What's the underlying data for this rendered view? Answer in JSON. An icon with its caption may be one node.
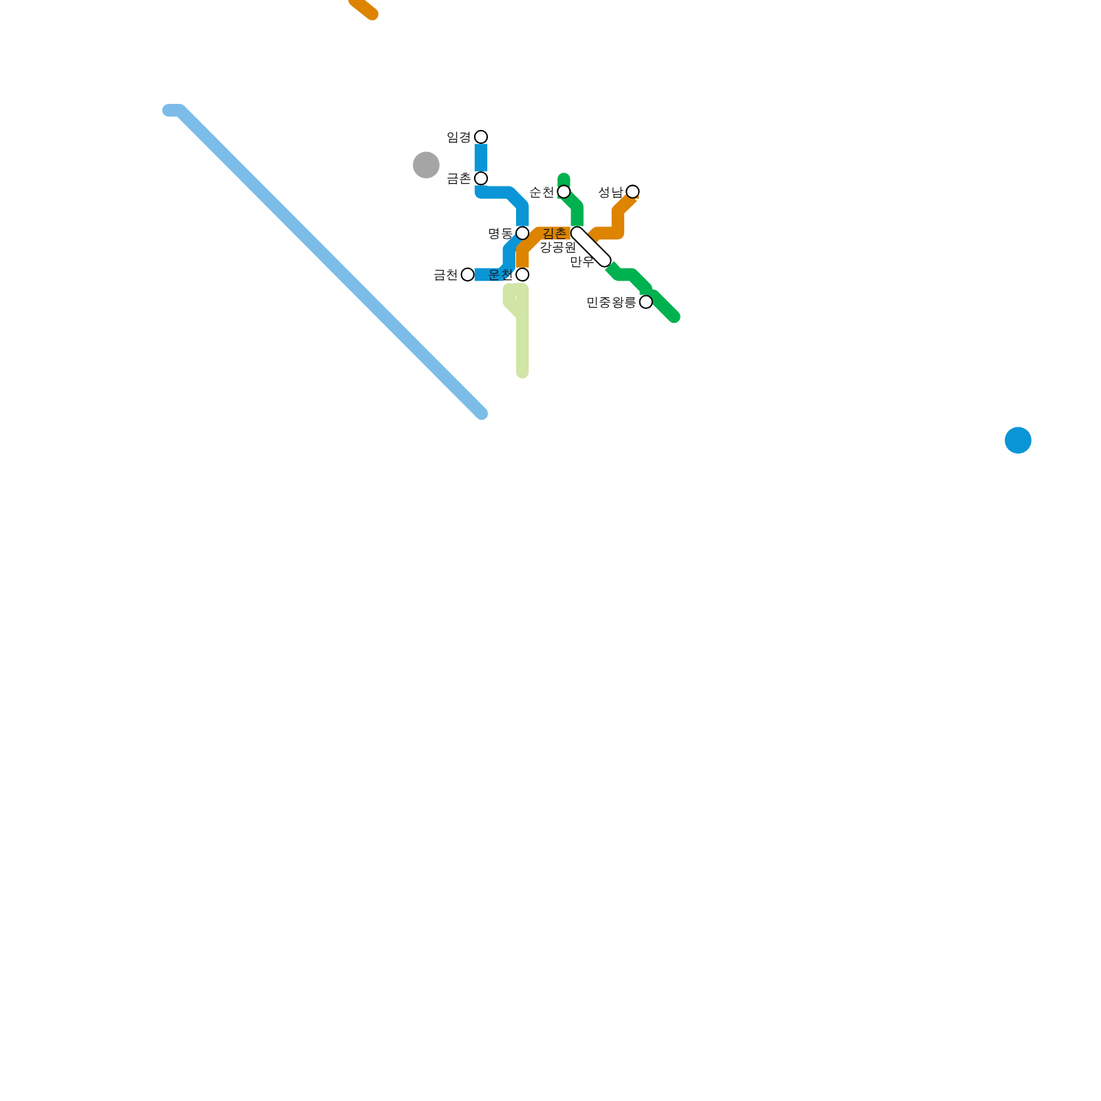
{
  "diagram": {
    "nodes": [
      {
        "text": [
          "임경"
        ]
      },
      {
        "text": [
          "금촌"
        ]
      },
      {
        "text": [
          "명동"
        ]
      },
      {
        "text": [
          "금천"
        ]
      },
      {
        "text": [
          "운천"
        ]
      },
      {
        "text": [
          "순천"
        ]
      },
      {
        "text": [
          "성남"
        ]
      },
      {
        "text": [
          "김촌",
          "강공원",
          "만우"
        ]
      },
      {
        "text": [
          "민중왕릉"
        ]
      }
    ],
    "edges": [
      {
        "from": 0,
        "to": 1,
        "arrow": "none",
        "color": "#0a96d6"
      },
      {
        "from": 1,
        "to": 2,
        "arrow": "none",
        "color": "#0a96d6"
      },
      {
        "from": 2,
        "to": 3,
        "arrow": "none",
        "color": "#0a96d6"
      },
      {
        "from": 4,
        "to": 7,
        "arrow": "none",
        "color": "#dd8400"
      },
      {
        "from": 7,
        "to": 6,
        "arrow": "none",
        "color": "#dd8400"
      },
      {
        "from": 5,
        "to": 7,
        "arrow": "none",
        "color": "#00b150"
      },
      {
        "from": 7,
        "to": 8,
        "arrow": "none",
        "color": "#00b150"
      }
    ]
  }
}
